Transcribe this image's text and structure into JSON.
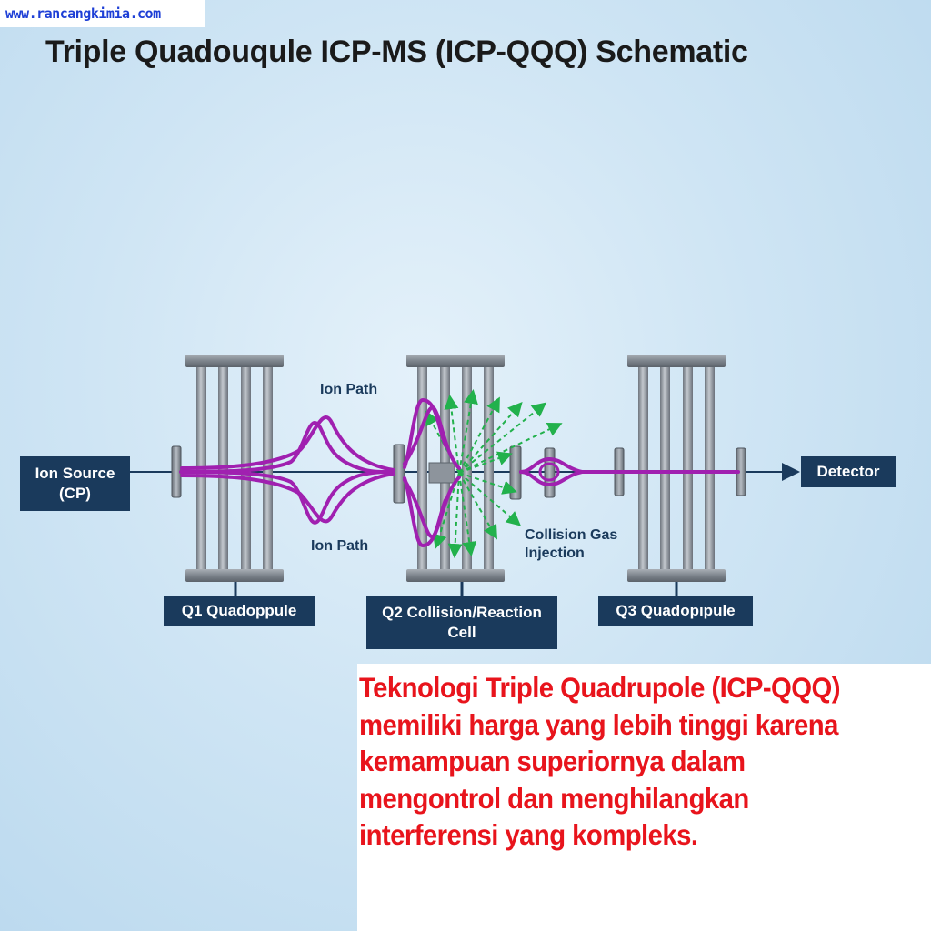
{
  "watermark": "www.rancangkimia.com",
  "title": "Triple Quadouqule ICP-MS (ICP-QQQ)  Schematic",
  "labels": {
    "ion_source": [
      "Ion Source",
      "(CP)"
    ],
    "detector": "Detector",
    "ion_path_top": "Ion Path",
    "ion_path_bottom": "Ion Path",
    "collision_gas": [
      "Collision Gas",
      "Injection"
    ],
    "q1": "Q1 Quadoppule",
    "q2": [
      "Q2 Collision/Reaction",
      "Cell"
    ],
    "q3": "Q3 Quadopıpule"
  },
  "caption": "Teknologi Triple Quadrupole (ICP-QQQ) memiliki harga yang lebih tinggi karena kemampuan superiornya dalam mengontrol dan menghilangkan interferensi yang kompleks.",
  "colors": {
    "label_bg": "#1a3a5c",
    "ion_path": "#a020b0",
    "gas_arrows": "#22b14c",
    "rod": "#8a9099",
    "caption_text": "#e8141c",
    "watermark_text": "#1e3fd6"
  }
}
